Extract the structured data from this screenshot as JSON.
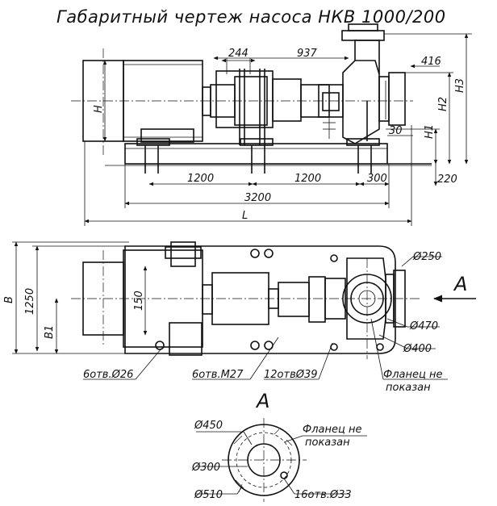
{
  "title": "Габаритный чертеж насоса НКВ 1000/200",
  "side_view": {
    "dims": {
      "d244": "244",
      "d937": "937",
      "d416": "416",
      "H": "H",
      "H1": "H1",
      "H2": "H2",
      "H3": "H3",
      "d30": "30",
      "d220": "220",
      "d1200a": "1200",
      "d1200b": "1200",
      "d300": "300",
      "d3200": "3200",
      "L": "L"
    }
  },
  "plan_view": {
    "dims": {
      "B": "B",
      "B1": "B1",
      "d1250": "1250",
      "d150": "150",
      "d250": "Ø250",
      "d470": "Ø470",
      "d400": "Ø400"
    },
    "notes": {
      "holes26": "6отв.Ø26",
      "holesM27": "6отв.M27",
      "holes39": "12отвØ39",
      "flange_line1": "Фланец не",
      "flange_line2": "показан"
    },
    "view_arrow": "A"
  },
  "view_a": {
    "label": "A",
    "dims": {
      "d450": "Ø450",
      "d300": "Ø300",
      "d510": "Ø510",
      "holes33": "16отв.Ø33"
    },
    "notes": {
      "flange_line1": "Фланец не",
      "flange_line2": "показан"
    }
  }
}
